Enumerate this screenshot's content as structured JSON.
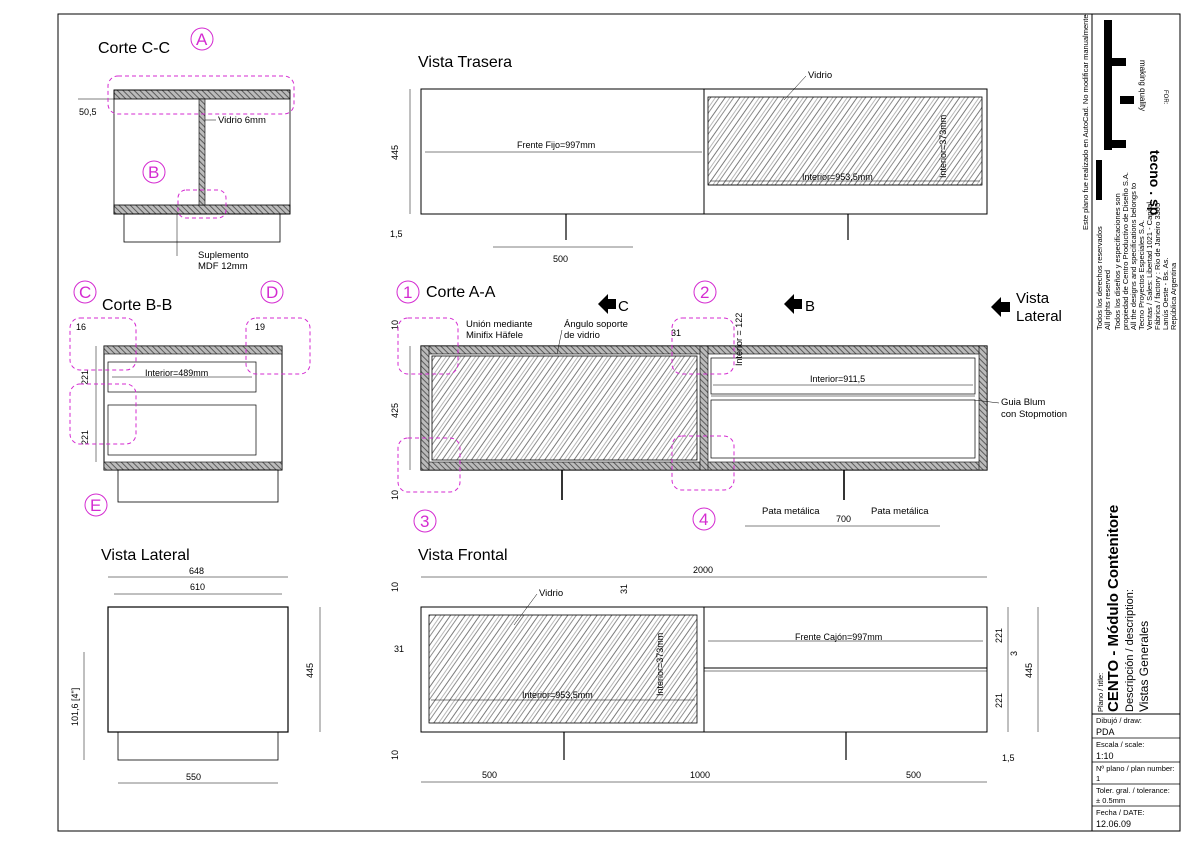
{
  "views": {
    "corte_cc": {
      "title": "Corte C-C",
      "dim_left": "50,5",
      "glass_note": "Vidrio 6mm",
      "shim_note_1": "Suplemento",
      "shim_note_2": "MDF 12mm"
    },
    "vista_trasera": {
      "title": "Vista Trasera",
      "glass": "Vidrio",
      "front_fixed": "Frente Fijo=997mm",
      "interior_w": "Interior=953,5mm",
      "interior_h": "Interior=373mm",
      "height": "445",
      "offset": "1,5",
      "legs": "500"
    },
    "corte_bb": {
      "title": "Corte B-B",
      "dim_left": "16",
      "dim_right": "19",
      "interior": "Interior=489mm",
      "drawer1": "221",
      "drawer2": "221"
    },
    "corte_aa": {
      "title": "Corte A-A",
      "union_1": "Unión mediante",
      "union_2": "Minifix Häfele",
      "angle_1": "Ángulo soporte",
      "angle_2": "de vidrio",
      "dim_top": "10",
      "dim_mid": "425",
      "dim_bot": "10",
      "dim_31": "31",
      "interior_h": "Interior = 122",
      "interior_w": "Interior=911,5",
      "blum_1": "Guia Blum",
      "blum_2": "con Stopmotion",
      "leg_1": "Pata metálica",
      "leg_2": "Pata metálica",
      "legs": "700"
    },
    "view_arrows": {
      "c": "C",
      "b": "B",
      "lateral_1": "Vista",
      "lateral_2": "Lateral"
    },
    "vista_lateral": {
      "title": "Vista Lateral",
      "overall": "648",
      "inner": "610",
      "height": "445",
      "leg": "101,6 [4\"]",
      "base": "550"
    },
    "vista_frontal": {
      "title": "Vista Frontal",
      "overall": "2000",
      "glass": "Vidrio",
      "dim_31_top": "31",
      "dim_31_left": "31",
      "dim_10_top": "10",
      "dim_10_bot": "10",
      "drawer_front": "Frente Cajón=997mm",
      "interior_w": "Interior=953,5mm",
      "interior_h": "Interior=373mm",
      "d221_top": "221",
      "d3": "3",
      "d221_bot": "221",
      "height": "445",
      "seg_left": "500",
      "seg_mid": "1000",
      "seg_right": "500",
      "offset": "1,5"
    }
  },
  "callouts": {
    "a": "A",
    "b": "B",
    "c": "C",
    "d": "D",
    "e": "E",
    "n1": "1",
    "n2": "2",
    "n3": "3",
    "n4": "4"
  },
  "title_block": {
    "autocad_note": "Este plano fue realizado en AutoCad. No modificar manualmente",
    "logo_text": "tecno . sp",
    "logo_tagline": "making quality",
    "for_label": "FOR:",
    "legal": [
      "Todos los derechos reservados",
      "All rights reserved",
      "Todos los diseños y especificaciones son",
      "propiedad de Centro Productivo de Diseño S.A.",
      "All the designs and specifications belongs to",
      "Tecno Proyectos Especiales S.A.",
      "Ventas / Sales:   Libertad 1021 - Capital",
      "Fábrica / factory : Rio de Janeiro 3305",
      "Lanús Oeste - Bs. As.",
      "República Argentina"
    ],
    "plan_title_label": "Plano / title:",
    "plan_title": "CENTO - Módulo Contenitore",
    "description_label": "Descripción / description:",
    "description": "Vistas Generales",
    "draw_label": "Dibujó / draw:",
    "draw_value": "PDA",
    "scale_label": "Escala / scale:",
    "scale_value": "1:10",
    "plan_number_label": "Nº plano / plan number:",
    "plan_number_value": "1",
    "tolerance_label": "Toler. gral. / tolerance:",
    "tolerance_value": "± 0.5mm",
    "date_label": "Fecha / DATE:",
    "date_value": "12.06.09"
  },
  "colors": {
    "callout": "#d42bd1",
    "line": "#000000"
  }
}
